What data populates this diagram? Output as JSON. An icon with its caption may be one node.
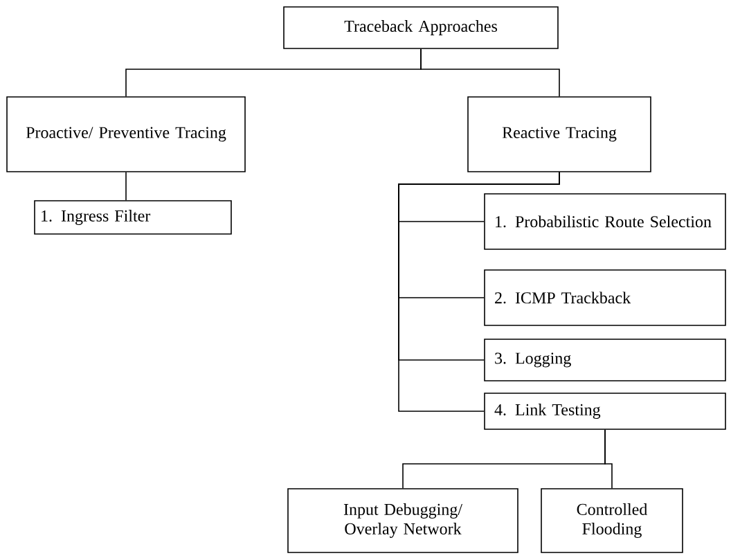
{
  "diagram": {
    "nodes": [
      {
        "text": [
          "Traceback Approaches"
        ]
      },
      {
        "text": [
          "Proactive/ Preventive Tracing"
        ]
      },
      {
        "text": [
          "Reactive Tracing"
        ]
      },
      {
        "text": [
          "1. Ingress Filter"
        ]
      },
      {
        "text": [
          "1. Probabilistic Route Selection"
        ]
      },
      {
        "text": [
          "2. ICMP Trackback"
        ]
      },
      {
        "text": [
          "3. Logging"
        ]
      },
      {
        "text": [
          "4. Link Testing"
        ]
      },
      {
        "text": [
          "Input Debugging/ Overlay Network"
        ]
      },
      {
        "text": [
          "Controlled Flooding"
        ]
      }
    ],
    "edges": [
      {
        "from": 0,
        "to": 1,
        "arrow": "none"
      },
      {
        "from": 0,
        "to": 2,
        "arrow": "none"
      },
      {
        "from": 1,
        "to": 3,
        "arrow": "none"
      },
      {
        "from": 2,
        "to": 4,
        "arrow": "none"
      },
      {
        "from": 2,
        "to": 5,
        "arrow": "none"
      },
      {
        "from": 2,
        "to": 6,
        "arrow": "none"
      },
      {
        "from": 2,
        "to": 7,
        "arrow": "none"
      },
      {
        "from": 7,
        "to": 8,
        "arrow": "none"
      },
      {
        "from": 7,
        "to": 9,
        "arrow": "none"
      }
    ]
  }
}
